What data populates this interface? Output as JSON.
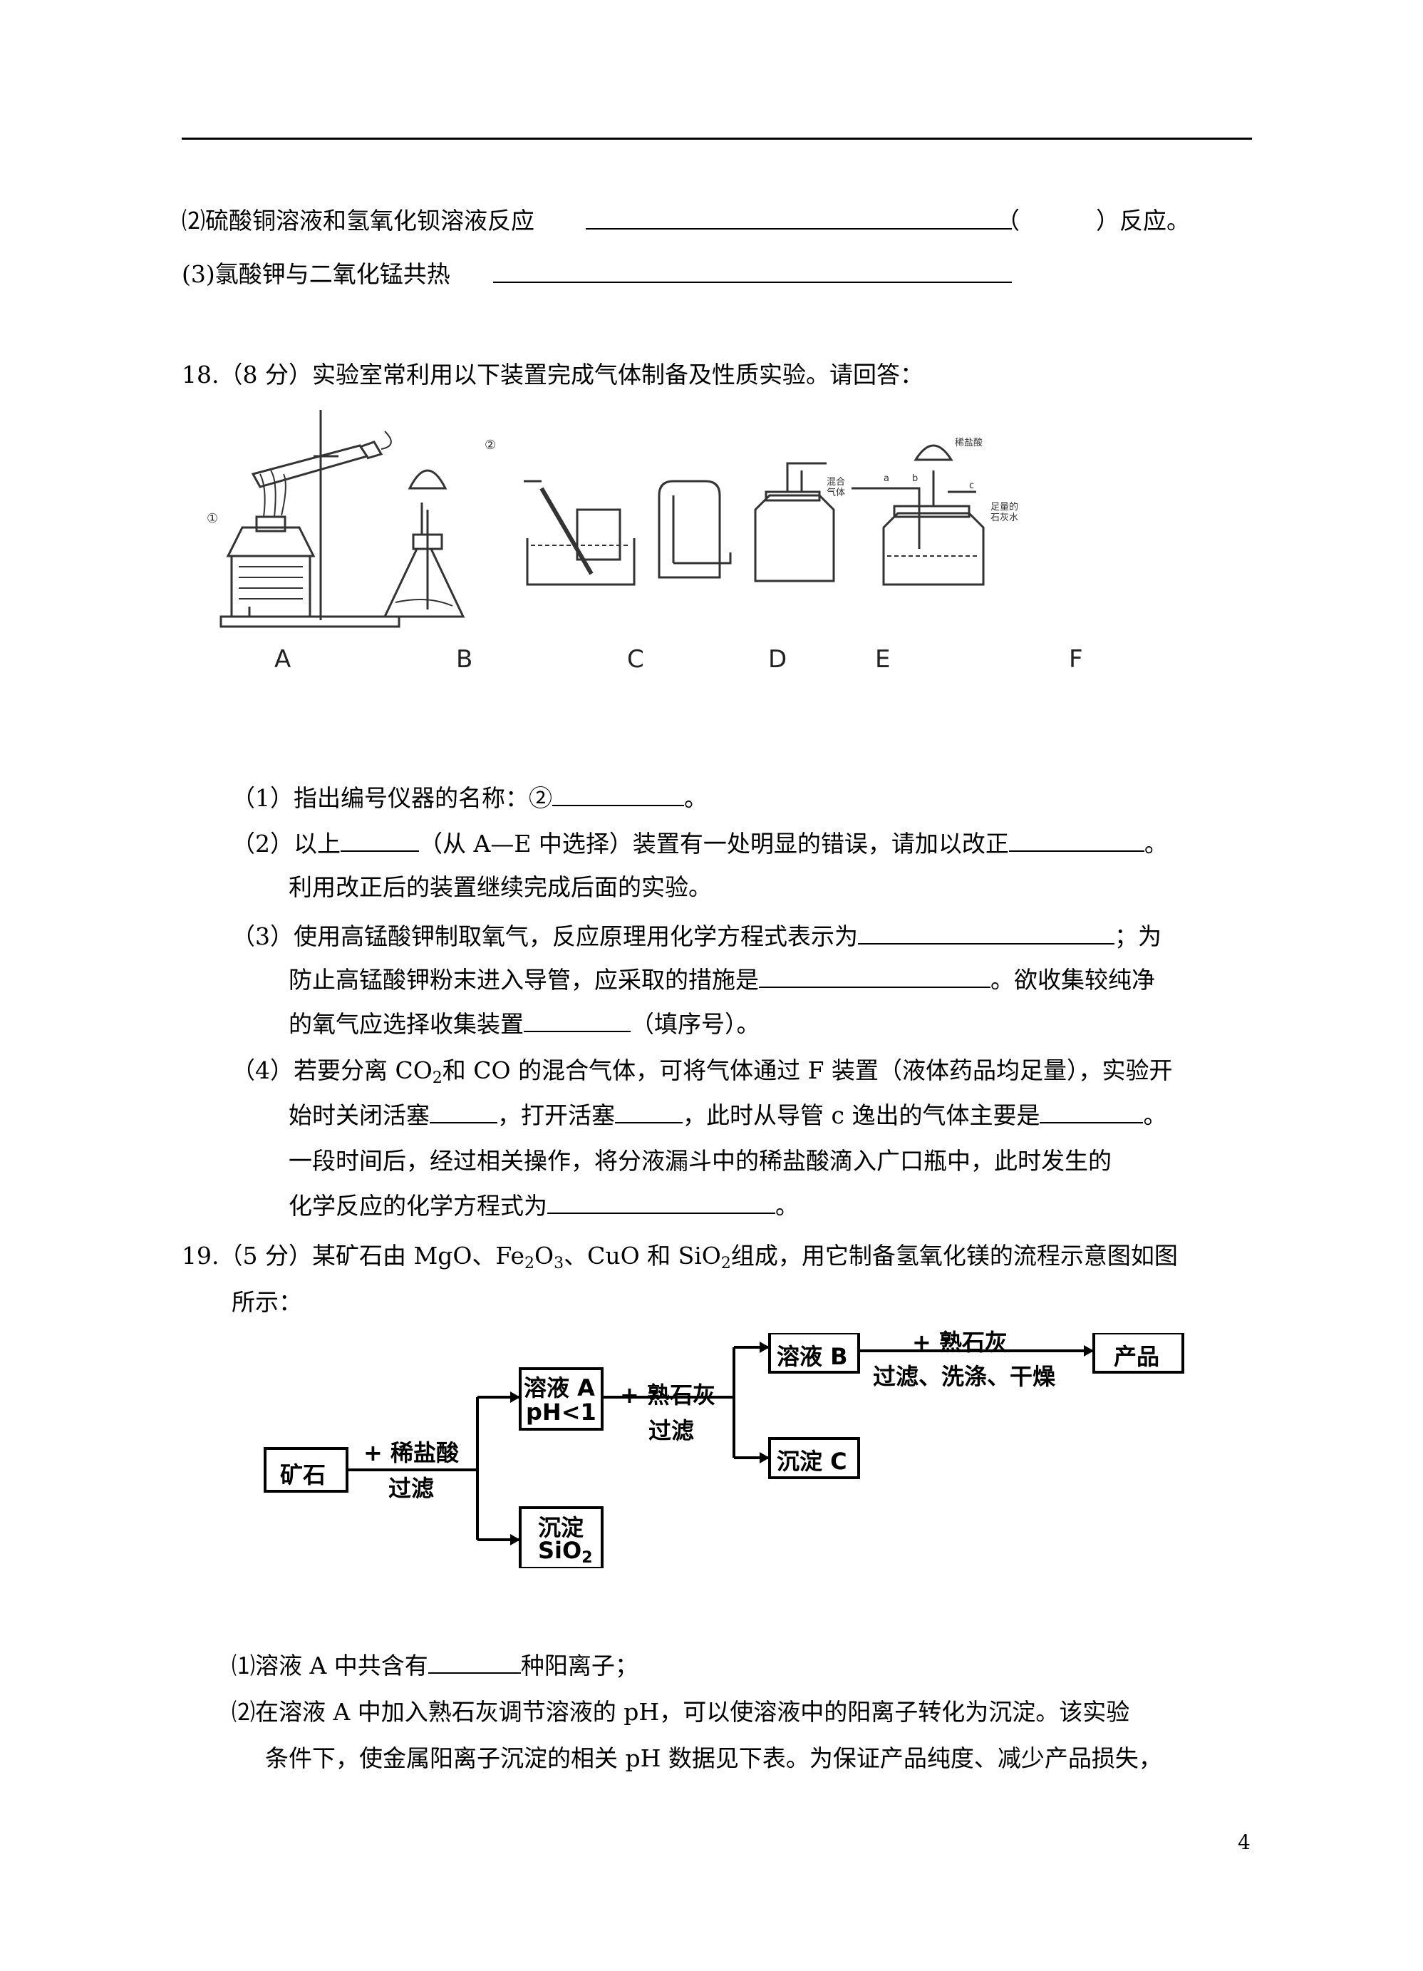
{
  "q17": {
    "item2": "⑵硫酸铜溶液和氢氧化钡溶液反应",
    "item2_paren_open": "（",
    "item2_paren_close": "）反应。",
    "item3": "(3)氯酸钾与二氧化锰共热"
  },
  "q18": {
    "header": "18.（8 分）实验室常利用以下装置完成气体制备及性质实验。请回答：",
    "apparatus_labels": [
      "A",
      "B",
      "C",
      "D",
      "E",
      "F"
    ],
    "circled_1": "①",
    "circled_2": "②",
    "f_labels": {
      "a": "a",
      "b": "b",
      "c": "c",
      "hcl": "稀盐酸",
      "mix_gas_1": "混合",
      "mix_gas_2": "气体",
      "naoh_1": "足量的",
      "naoh_2": "石灰水"
    },
    "p1_a": "（1）指出编号仪器的名称：②",
    "p1_b": "。",
    "p2_a": "（2）以上",
    "p2_b": "（从 A—E 中选择）装置有一处明显的错误，请加以改正",
    "p2_c": "。",
    "p2_line2": "利用改正后的装置继续完成后面的实验。",
    "p3_a": "（3）使用高锰酸钾制取氧气，反应原理用化学方程式表示为",
    "p3_b": "；为",
    "p3_line2a": "防止高锰酸钾粉末进入导管，应采取的措施是",
    "p3_line2b": "。欲收集较纯净",
    "p3_line3a": "的氧气应选择收集装置",
    "p3_line3b": "（填序号）。",
    "p4_a": "（4）若要分离 CO",
    "p4_sub": "2",
    "p4_b": "和 CO 的混合气体，可将气体通过 F 装置（液体药品均足量），实验开",
    "p4_line2a": "始时关闭活塞",
    "p4_line2b": "，打开活塞",
    "p4_line2c": "，此时从导管 c 逸出的气体主要是",
    "p4_line2d": "。",
    "p4_line3": "一段时间后，经过相关操作，将分液漏斗中的稀盐酸滴入广口瓶中，此时发生的",
    "p4_line4a": "化学反应的化学方程式为",
    "p4_line4b": "。"
  },
  "q19": {
    "header_a": "19.（5 分）某矿石由 MgO、Fe",
    "sub_2": "2",
    "o": "O",
    "sub_3": "3",
    "header_b": "、CuO 和 SiO",
    "sub_2b": "2",
    "header_c": "组成，用它制备氢氧化镁的流程示意图如图",
    "header_line2": "所示：",
    "flow": {
      "ore": "矿石",
      "step1_top": "+ 稀盐酸",
      "step1_bottom": "过滤",
      "solA_1": "溶液 A",
      "solA_2": "pH<1",
      "ppt_1": "沉淀",
      "ppt_2": "SiO",
      "ppt_2_sub": "2",
      "step2_top": "+ 熟石灰",
      "step2_bottom": "过滤",
      "solB": "溶液 B",
      "pptC": "沉淀 C",
      "step3_top": "+ 熟石灰",
      "step3_bottom": "过滤、洗涤、干燥",
      "product": "产品"
    },
    "p1_a": "⑴溶液 A 中共含有",
    "p1_b": "种阳离子；",
    "p2_line1": "⑵在溶液 A 中加入熟石灰调节溶液的 pH，可以使溶液中的阳离子转化为沉淀。该实验",
    "p2_line2": "条件下，使金属阳离子沉淀的相关 pH 数据见下表。为保证产品纯度、减少产品损失，"
  },
  "page_number": "4"
}
